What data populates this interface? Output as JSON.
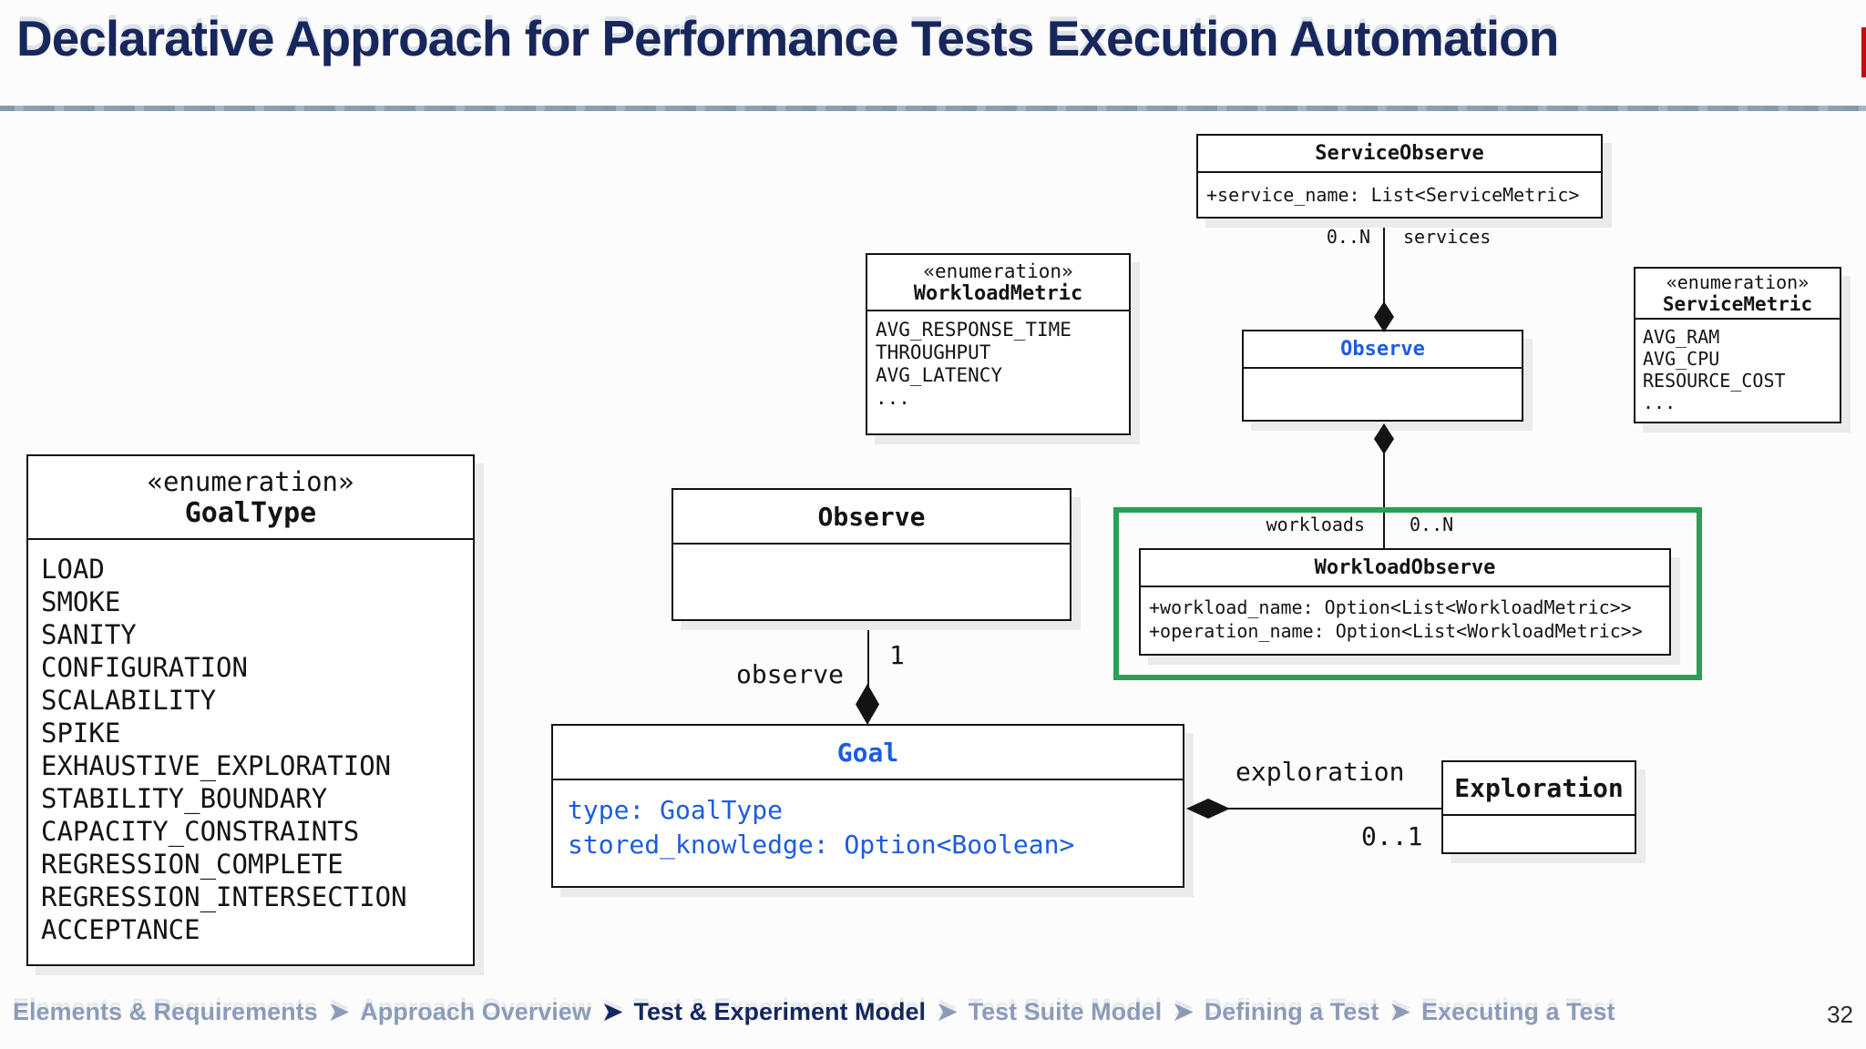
{
  "slide": {
    "title": "Declarative Approach for Performance Tests Execution Automation",
    "page_number": "32"
  },
  "breadcrumb": {
    "separator": "➤",
    "items": [
      {
        "label": "Elements & Requirements",
        "active": false
      },
      {
        "label": "Approach Overview",
        "active": false
      },
      {
        "label": "Test & Experiment Model",
        "active": true
      },
      {
        "label": "Test Suite Model",
        "active": false
      },
      {
        "label": "Defining a Test",
        "active": false
      },
      {
        "label": "Executing a Test",
        "active": false
      }
    ]
  },
  "diagram": {
    "classes": {
      "service_observe": {
        "title": "ServiceObserve",
        "attributes": [
          "+service_name: List<ServiceMetric>"
        ]
      },
      "workload_metric_enum": {
        "stereotype": "«enumeration»",
        "title": "WorkloadMetric",
        "values": [
          "AVG_RESPONSE_TIME",
          "THROUGHPUT",
          "AVG_LATENCY",
          "..."
        ]
      },
      "service_metric_enum": {
        "stereotype": "«enumeration»",
        "title": "ServiceMetric",
        "values": [
          "AVG_RAM",
          "AVG_CPU",
          "RESOURCE_COST",
          "..."
        ]
      },
      "goal_type_enum": {
        "stereotype": "«enumeration»",
        "title": "GoalType",
        "values": [
          "LOAD",
          "SMOKE",
          "SANITY",
          "CONFIGURATION",
          "SCALABILITY",
          "SPIKE",
          "EXHAUSTIVE_EXPLORATION",
          "STABILITY_BOUNDARY",
          "CAPACITY_CONSTRAINTS",
          "REGRESSION_COMPLETE",
          "REGRESSION_INTERSECTION",
          "ACCEPTANCE"
        ]
      },
      "observe_top": {
        "title": "Observe"
      },
      "workload_observe": {
        "title": "WorkloadObserve",
        "attributes": [
          "+workload_name: Option<List<WorkloadMetric>>",
          "+operation_name: Option<List<WorkloadMetric>>"
        ]
      },
      "observe_mid": {
        "title": "Observe"
      },
      "goal": {
        "title": "Goal",
        "attributes": [
          "type: GoalType",
          "stored_knowledge: Option<Boolean>"
        ]
      },
      "exploration": {
        "title": "Exploration"
      }
    },
    "relations": {
      "services": {
        "role": "services",
        "multiplicity": "0..N"
      },
      "workloads": {
        "role": "workloads",
        "multiplicity": "0..N"
      },
      "observe": {
        "role": "observe",
        "multiplicity": "1"
      },
      "exploration": {
        "role": "exploration",
        "multiplicity": "0..1"
      }
    },
    "colors": {
      "title_navy": "#17275c",
      "accent_blue": "#1d5ce0",
      "highlight_green": "#27a155",
      "breadcrumb_gray": "#8b9cb8"
    }
  }
}
